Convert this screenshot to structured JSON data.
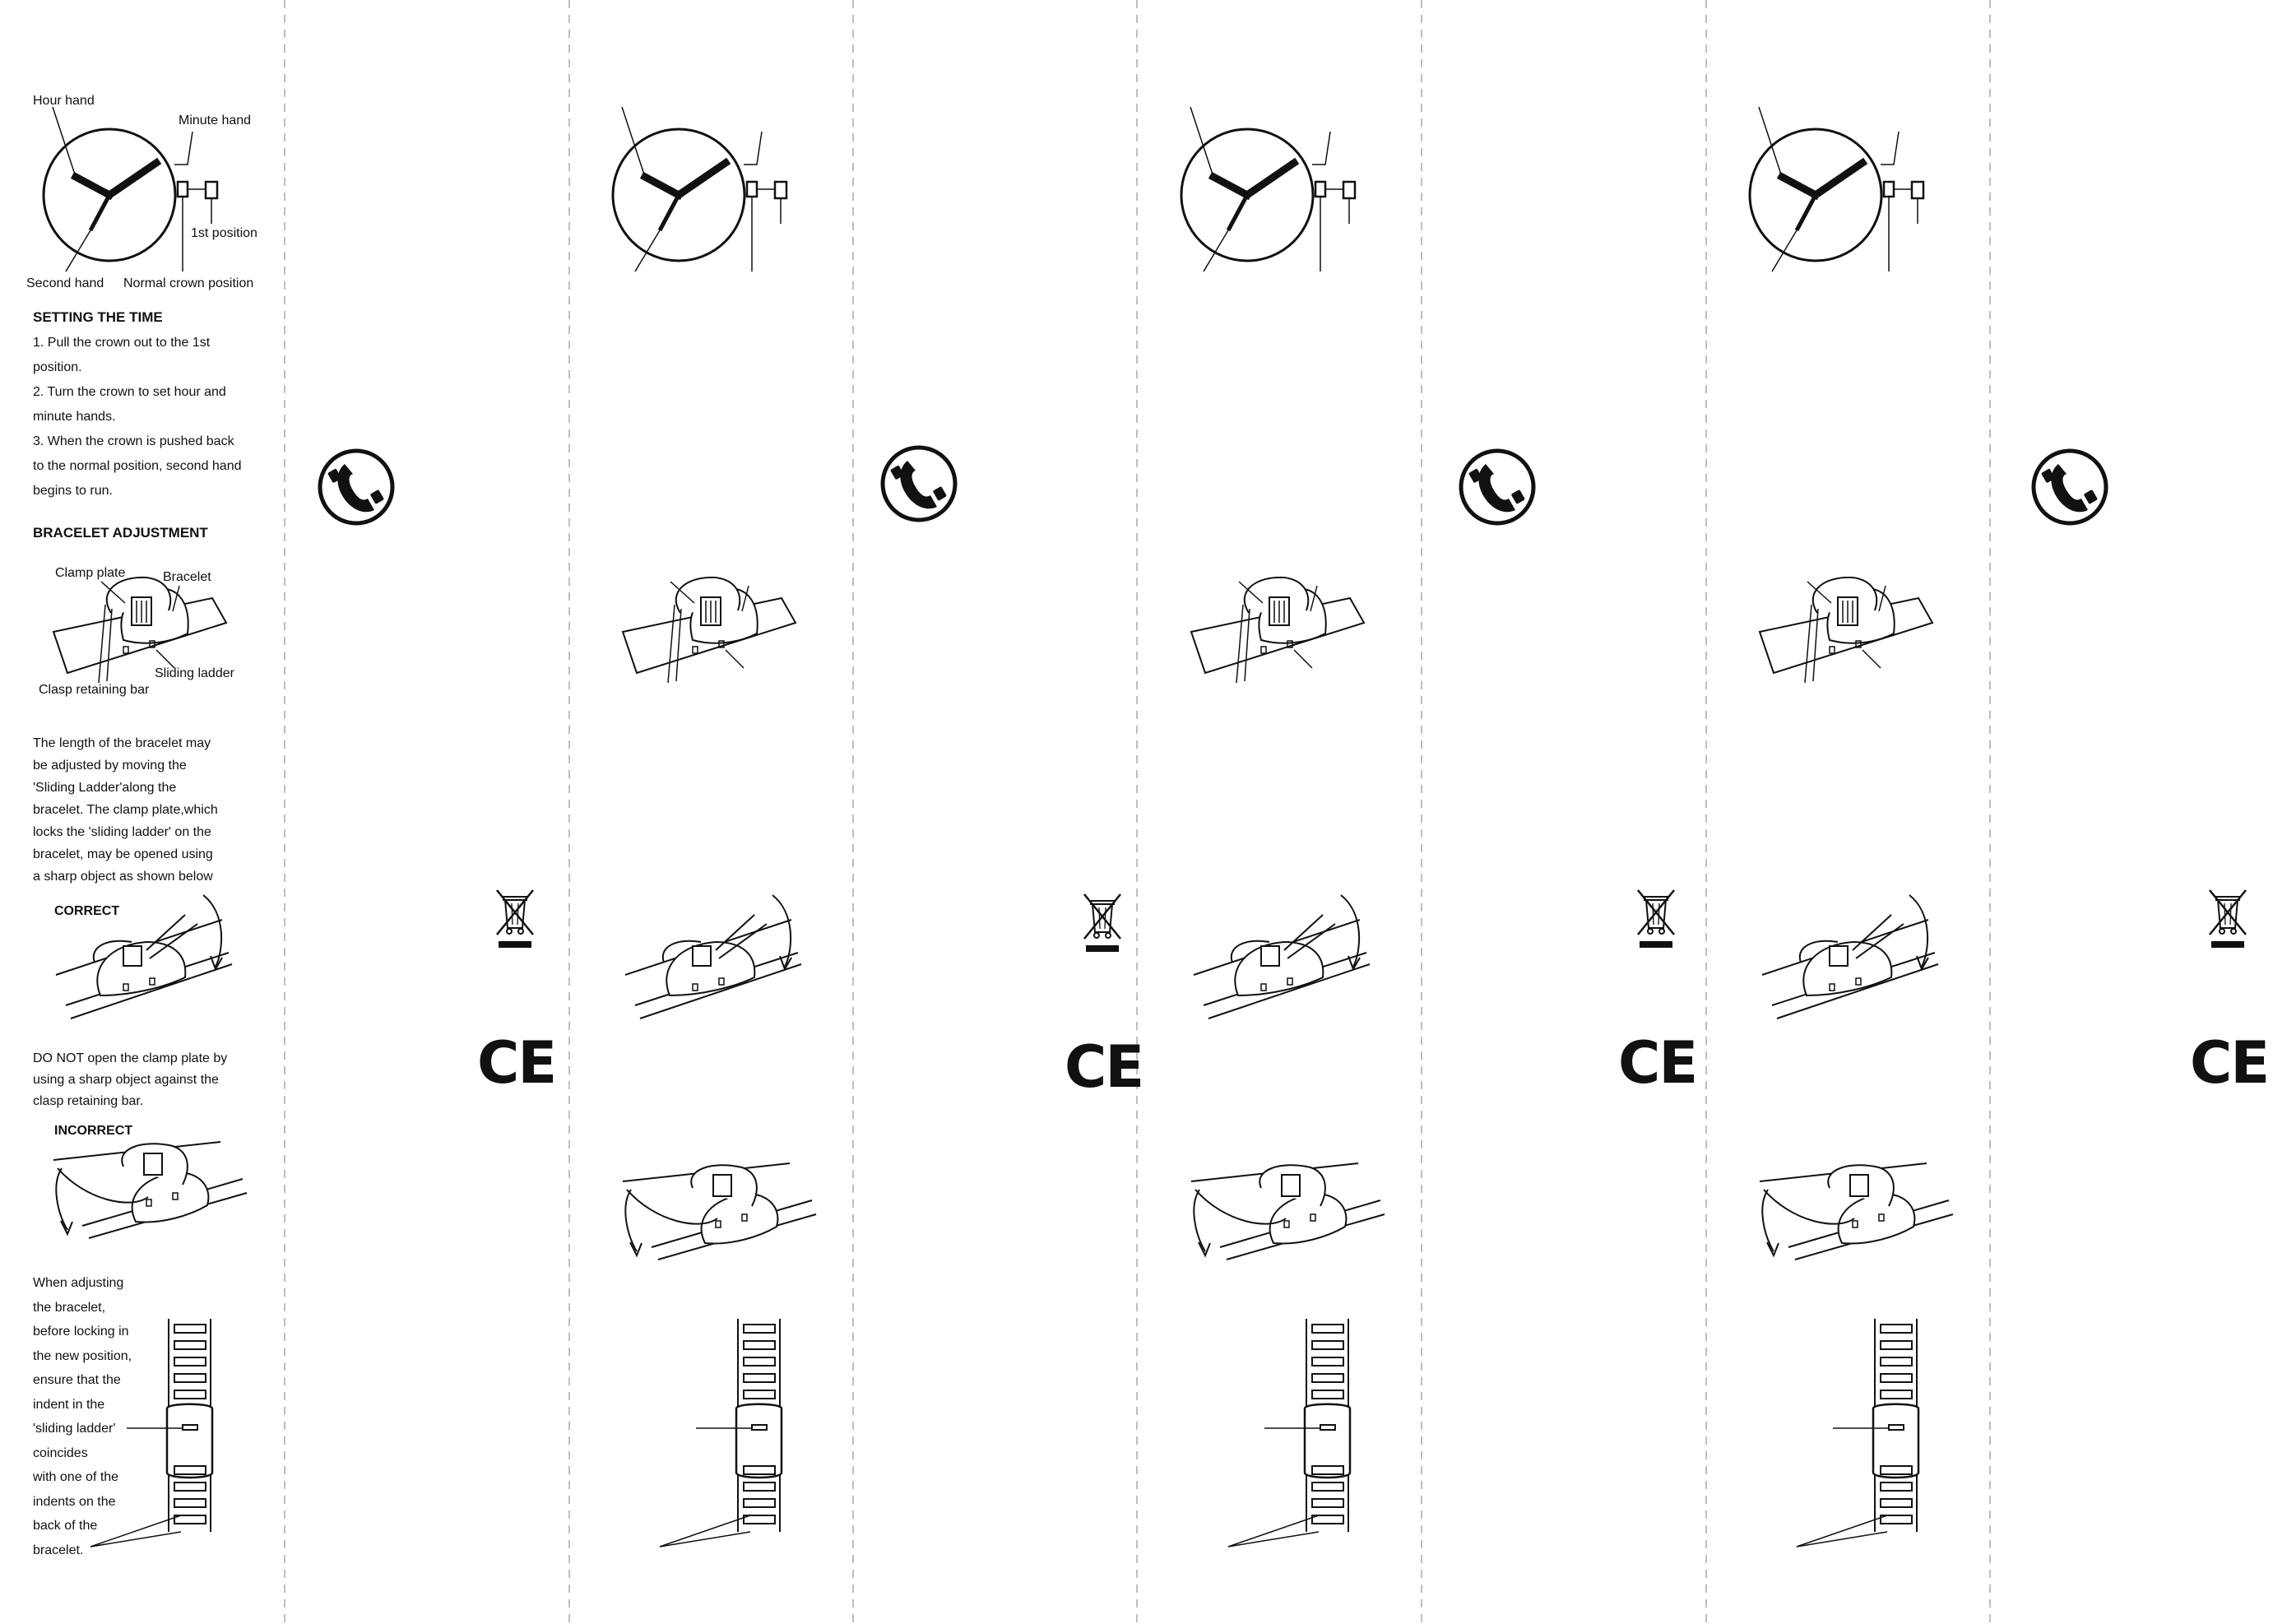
{
  "diagram_labels": {
    "hour_hand": "Hour hand",
    "minute_hand": "Minute hand",
    "first_position": "1st position",
    "second_hand": "Second hand",
    "normal_crown_position": "Normal crown position",
    "clamp_plate": "Clamp plate",
    "bracelet": "Bracelet",
    "sliding_ladder": "Sliding ladder",
    "clasp_retaining_bar": "Clasp retaining bar",
    "correct": "CORRECT",
    "incorrect": "INCORRECT"
  },
  "setting_time": {
    "title": "SETTING THE TIME",
    "lines": [
      "1. Pull the crown out to the 1st",
      "position.",
      "2. Turn the crown to set hour and",
      "minute hands.",
      "3. When the crown is pushed back",
      "to the normal position, second hand",
      "begins to run."
    ]
  },
  "bracelet_adjustment": {
    "title": "BRACELET ADJUSTMENT",
    "paragraph_lines": [
      "The length of the bracelet may",
      "be adjusted by moving the",
      "'Sliding Ladder'along the",
      "bracelet. The clamp plate,which",
      "locks the 'sliding ladder' on the",
      "bracelet, may be opened using",
      "a sharp object as shown below"
    ],
    "warning_lines": [
      "DO NOT open the clamp plate by",
      "using a sharp object against the",
      "clasp retaining bar."
    ],
    "adjust_lines": [
      "When adjusting",
      "the bracelet,",
      "before locking in",
      "the new position,",
      "ensure that the",
      "indent in the",
      "'sliding ladder'",
      "coincides",
      "with one of the",
      "indents on the",
      "back of the",
      "bracelet."
    ]
  },
  "marks": {
    "ce": "CE",
    "phone_icon": "phone-icon",
    "weee_icon": "crossed-out-bin-icon"
  }
}
